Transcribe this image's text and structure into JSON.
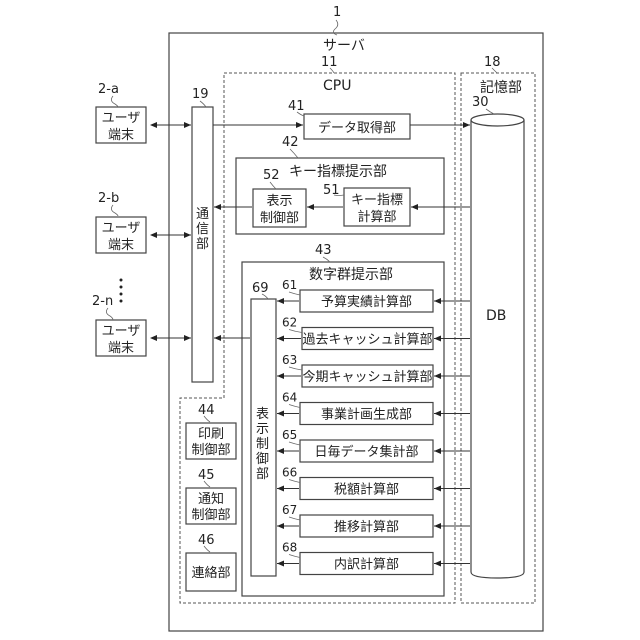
{
  "server": {
    "ref": "1",
    "label": "サーバ"
  },
  "cpu": {
    "ref": "11",
    "label": "CPU"
  },
  "storage": {
    "ref": "18",
    "label": "記憶部"
  },
  "db": {
    "ref": "30",
    "label": "DB"
  },
  "comm": {
    "ref": "19",
    "label": "通信部"
  },
  "terminals": [
    {
      "ref": "2-a",
      "label_line1": "ユーザ",
      "label_line2": "端末"
    },
    {
      "ref": "2-b",
      "label_line1": "ユーザ",
      "label_line2": "端末"
    },
    {
      "ref": "2-n",
      "label_line1": "ユーザ",
      "label_line2": "端末"
    }
  ],
  "data_acquisition": {
    "ref": "41",
    "label": "データ取得部"
  },
  "key_indicator": {
    "ref": "42",
    "label": "キー指標提示部",
    "display": {
      "ref": "52",
      "label_line1": "表示",
      "label_line2": "制御部"
    },
    "calc": {
      "ref": "51",
      "label_line1": "キー指標",
      "label_line2": "計算部"
    }
  },
  "number_group": {
    "ref": "43",
    "label": "数字群提示部",
    "display": {
      "ref": "69",
      "label": "表示制御部"
    },
    "units": [
      {
        "ref": "61",
        "label": "予算実績計算部"
      },
      {
        "ref": "62",
        "label": "過去キャッシュ計算部"
      },
      {
        "ref": "63",
        "label": "今期キャッシュ計算部"
      },
      {
        "ref": "64",
        "label": "事業計画生成部"
      },
      {
        "ref": "65",
        "label": "日毎データ集計部"
      },
      {
        "ref": "66",
        "label": "税額計算部"
      },
      {
        "ref": "67",
        "label": "推移計算部"
      },
      {
        "ref": "68",
        "label": "内訳計算部"
      }
    ]
  },
  "others": [
    {
      "ref": "44",
      "label_line1": "印刷",
      "label_line2": "制御部"
    },
    {
      "ref": "45",
      "label_line1": "通知",
      "label_line2": "制御部"
    },
    {
      "ref": "46",
      "label_line1": "連絡部",
      "label_line2": ""
    }
  ]
}
